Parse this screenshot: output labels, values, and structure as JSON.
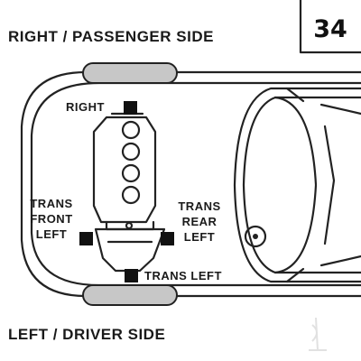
{
  "diagram_number": "34",
  "headers": {
    "top": "RIGHT / PASSENGER SIDE",
    "bottom": "LEFT / DRIVER SIDE"
  },
  "mounts": [
    {
      "id": "right",
      "lines": [
        "RIGHT"
      ]
    },
    {
      "id": "trans-front-left",
      "lines": [
        "TRANS",
        "FRONT",
        "LEFT"
      ]
    },
    {
      "id": "trans-rear-left",
      "lines": [
        "TRANS",
        "REAR",
        "LEFT"
      ]
    },
    {
      "id": "trans-left",
      "lines": [
        "TRANS LEFT"
      ]
    }
  ]
}
